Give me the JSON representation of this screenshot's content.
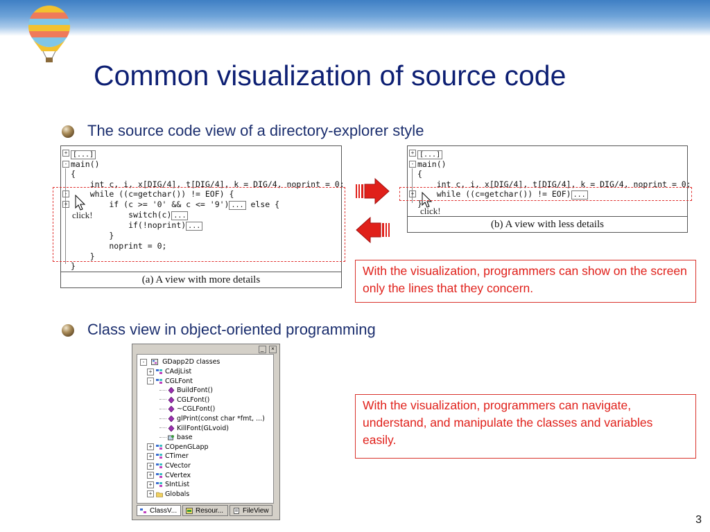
{
  "slide": {
    "title": "Common visualization of source code",
    "bullet1": "The source code view of a directory-explorer style",
    "bullet2": "Class view in object-oriented programming",
    "page_number": "3"
  },
  "panel_a": {
    "lines": [
      "[...]",
      "main()",
      "{",
      "    int c, i, x[DIG/4], t[DIG/4], k = DIG/4, noprint = 0;",
      "    while ((c=getchar()) != EOF) {",
      "        if (c >= '0' && c <= '9')",
      "            switch(c)",
      "            if(!noprint)",
      "        }",
      "        noprint = 0;",
      "    }",
      "}"
    ],
    "line5_tail": " else {",
    "click_label": "click!",
    "caption": "(a) A view with more details"
  },
  "panel_b": {
    "lines": [
      "[...]",
      "main()",
      "{",
      "    int c, i, x[DIG/4], t[DIG/4], k = DIG/4, noprint = 0;",
      "    while ((c=getchar()) != EOF)",
      "}"
    ],
    "click_label": "click!",
    "caption": "(b) A  view with less details"
  },
  "ellipsis": "...",
  "callout1": "With the visualization, programmers can show on the screen only the lines that they concern.",
  "callout2": "With the visualization, programmers can navigate, understand, and manipulate the classes and variables easily.",
  "class_view": {
    "root": "GDapp2D classes",
    "items": [
      {
        "label": "CAdjList",
        "icon": "class-icon"
      },
      {
        "label": "CGLFont",
        "icon": "class-icon"
      },
      {
        "label": "BuildFont()",
        "icon": "method-icon"
      },
      {
        "label": "CGLFont()",
        "icon": "method-icon"
      },
      {
        "label": "~CGLFont()",
        "icon": "method-icon"
      },
      {
        "label": "glPrint(const char *fmt, ...)",
        "icon": "method-icon"
      },
      {
        "label": "KillFont(GLvoid)",
        "icon": "method-icon"
      },
      {
        "label": "base",
        "icon": "base-icon"
      },
      {
        "label": "COpenGLapp",
        "icon": "class-icon"
      },
      {
        "label": "CTimer",
        "icon": "class-icon"
      },
      {
        "label": "CVector",
        "icon": "class-icon"
      },
      {
        "label": "CVertex",
        "icon": "class-icon"
      },
      {
        "label": "SIntList",
        "icon": "class-icon"
      },
      {
        "label": "Globals",
        "icon": "folder-icon"
      }
    ],
    "tabs": [
      {
        "label": "ClassV...",
        "icon": "class-view-tab-icon"
      },
      {
        "label": "Resour...",
        "icon": "resource-tab-icon"
      },
      {
        "label": "FileView",
        "icon": "file-view-tab-icon"
      }
    ],
    "close_glyph": "×"
  },
  "colors": {
    "title": "#0d1f73",
    "callout_border": "#d9322b",
    "callout_text": "#e0201a",
    "arrow": "#e0201a"
  }
}
